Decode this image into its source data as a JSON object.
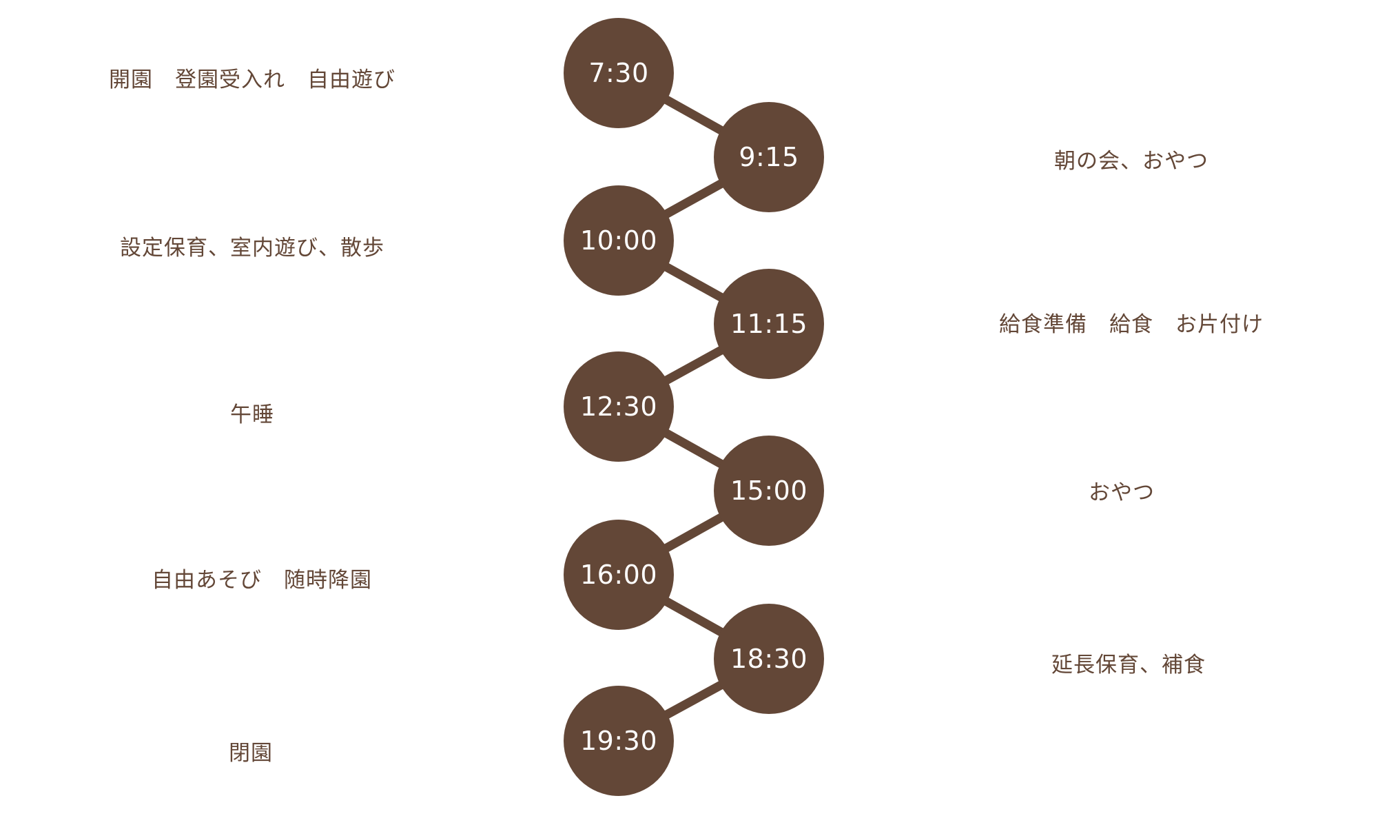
{
  "colors": {
    "node_fill": "#634737",
    "node_text": "#ffffff",
    "label_text": "#634737",
    "background": "#ffffff"
  },
  "schedule": [
    {
      "time": "7:30",
      "activity": "開園　登園受入れ　自由遊び"
    },
    {
      "time": "9:15",
      "activity": "朝の会、おやつ"
    },
    {
      "time": "10:00",
      "activity": "設定保育、室内遊び、散歩"
    },
    {
      "time": "11:15",
      "activity": "給食準備　給食　お片付け"
    },
    {
      "time": "12:30",
      "activity": "午睡"
    },
    {
      "time": "15:00",
      "activity": "おやつ"
    },
    {
      "time": "16:00",
      "activity": "自由あそび　随時降園"
    },
    {
      "time": "18:30",
      "activity": "延長保育、補食"
    },
    {
      "time": "19:30",
      "activity": "閉園"
    }
  ]
}
